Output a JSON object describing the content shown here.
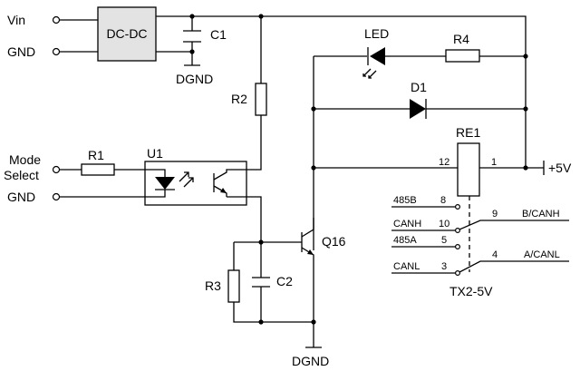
{
  "labels": {
    "vin": "Vin",
    "gnd_top": "GND",
    "dcdc": "DC-DC",
    "c1": "C1",
    "dgnd_top": "DGND",
    "r2": "R2",
    "led": "LED",
    "r4": "R4",
    "d1": "D1",
    "re1": "RE1",
    "pin12": "12",
    "pin1": "1",
    "plus5v": "+5V",
    "mode_line1": "Mode",
    "mode_line2": "Select",
    "gnd_mid": "GND",
    "r1": "R1",
    "u1": "U1",
    "q16": "Q16",
    "r3": "R3",
    "c2": "C2",
    "dgnd_bottom": "DGND",
    "sig_485b": "485B",
    "pin8": "8",
    "sig_canh": "CANH",
    "pin10": "10",
    "sig_485a": "485A",
    "pin5": "5",
    "sig_canl": "CANL",
    "pin3": "3",
    "pin9": "9",
    "sig_bcanh": "B/CANH",
    "pin4": "4",
    "sig_acanl": "A/CANL",
    "tx2": "TX2-5V"
  }
}
